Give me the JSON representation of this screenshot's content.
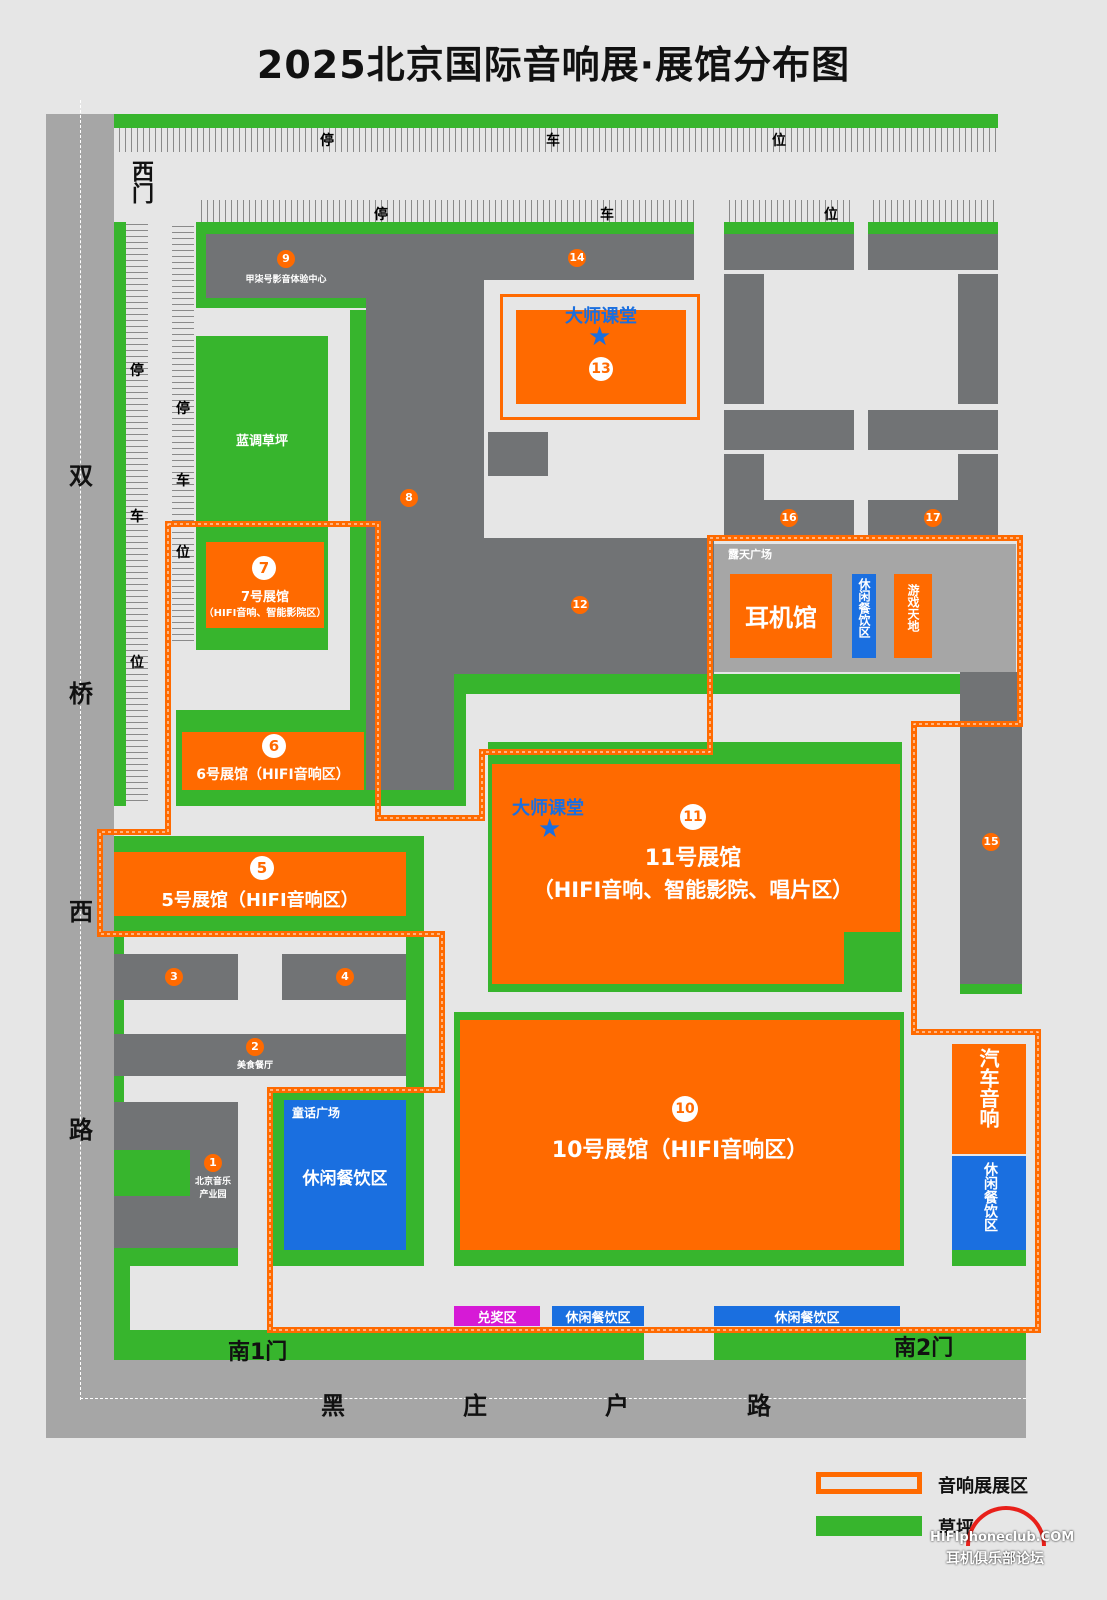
{
  "title": "2025北京国际音响展·展馆分布图",
  "roads": {
    "west": [
      "双",
      "桥",
      "西",
      "路"
    ],
    "south": [
      "黑",
      "庄",
      "户",
      "路"
    ]
  },
  "gates": {
    "west": "西门",
    "south1": "南1门",
    "south2": "南2门"
  },
  "parking": {
    "char1": "停",
    "char2": "车",
    "char3": "位"
  },
  "areas": {
    "a1": {
      "num": "1",
      "label": "北京音乐产业园"
    },
    "a2": {
      "num": "2",
      "label": "美食餐厅"
    },
    "a3": {
      "num": "3"
    },
    "a4": {
      "num": "4"
    },
    "a5": {
      "num": "5",
      "label": "5号展馆（HIFI音响区）"
    },
    "a6": {
      "num": "6",
      "label": "6号展馆（HIFI音响区）"
    },
    "a7": {
      "num": "7",
      "label": "7号展馆",
      "sub": "（HIFI音响、智能影院区）"
    },
    "a8": {
      "num": "8"
    },
    "a9": {
      "num": "9",
      "label": "甲柒号影音体验中心"
    },
    "a10": {
      "num": "10",
      "label": "10号展馆（HIFI音响区）"
    },
    "a11": {
      "num": "11",
      "label": "11号展馆",
      "sub": "（HIFI音响、智能影院、唱片区）"
    },
    "a12": {
      "num": "12"
    },
    "a13": {
      "num": "13",
      "label": "大师课堂"
    },
    "a14": {
      "num": "14"
    },
    "a15": {
      "num": "15"
    },
    "a16": {
      "num": "16"
    },
    "a17": {
      "num": "17"
    }
  },
  "zones": {
    "lawn": "蓝调草坪",
    "master11": "大师课堂",
    "outdoor": "露天广场",
    "headphone": "耳机馆",
    "dining_v": "休闲餐饮区",
    "game": "游戏天地",
    "fairy": "童话广场",
    "dining_fairy": "休闲餐饮区",
    "car": "汽车音响",
    "dining_car": "休闲餐饮区",
    "prize": "兑奖区",
    "dining_s1": "休闲餐饮区",
    "dining_s2": "休闲餐饮区"
  },
  "legend": {
    "exhibit": "音响展展区",
    "grass": "草坪"
  },
  "watermark": {
    "site": "HIFIphoneclub.COM",
    "name": "耳机俱乐部论坛"
  },
  "colors": {
    "orange": "#ff6a00",
    "green": "#37b52d",
    "blue": "#1a6fe0",
    "building": "#717375",
    "road": "#a6a6a6"
  }
}
